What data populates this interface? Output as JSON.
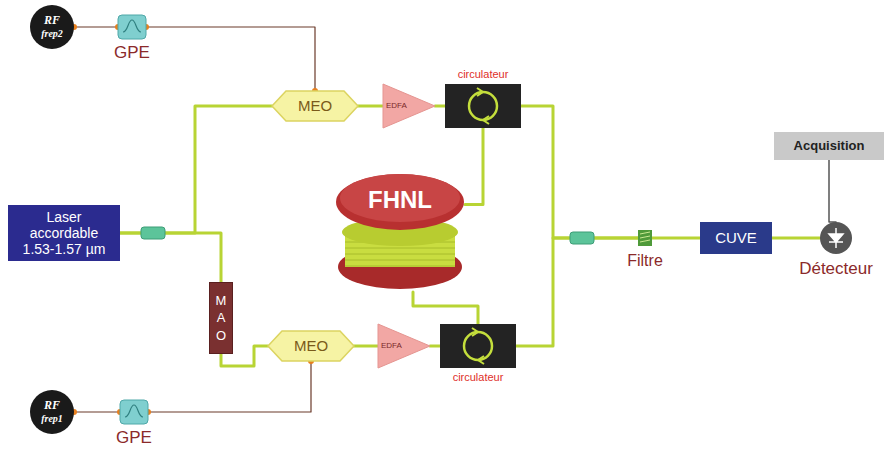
{
  "diagram": {
    "nodes": [
      {
        "text": [
          "RF",
          "frep2"
        ]
      },
      {
        "text": [
          "GPE"
        ]
      },
      {
        "text": [
          "MEO"
        ]
      },
      {
        "text": [
          "EDFA"
        ]
      },
      {
        "text": [
          "circulateur"
        ]
      },
      {
        "text": [
          "Laser accordable 1.53-1.57 µm"
        ]
      },
      {
        "text": [
          "MAO"
        ]
      },
      {
        "text": [
          "MEO"
        ]
      },
      {
        "text": [
          "EDFA"
        ]
      },
      {
        "text": [
          "circulateur"
        ]
      },
      {
        "text": [
          "RF",
          "frep1"
        ]
      },
      {
        "text": [
          "GPE"
        ]
      },
      {
        "text": [
          "FHNL"
        ]
      },
      {
        "text": [
          "Filtre"
        ]
      },
      {
        "text": [
          "CUVE"
        ]
      },
      {
        "text": [
          "Détecteur"
        ]
      },
      {
        "text": [
          "Acquisition"
        ]
      }
    ],
    "edges": [
      {
        "from": 0,
        "to": 1,
        "arrow": "none"
      },
      {
        "from": 1,
        "to": 2,
        "arrow": "none"
      },
      {
        "from": 5,
        "to": 2,
        "arrow": "none"
      },
      {
        "from": 5,
        "to": 6,
        "arrow": "none"
      },
      {
        "from": 6,
        "to": 7,
        "arrow": "none"
      },
      {
        "from": 10,
        "to": 11,
        "arrow": "none"
      },
      {
        "from": 11,
        "to": 7,
        "arrow": "none"
      },
      {
        "from": 2,
        "to": 3,
        "arrow": "none"
      },
      {
        "from": 3,
        "to": 4,
        "arrow": "none"
      },
      {
        "from": 7,
        "to": 8,
        "arrow": "none"
      },
      {
        "from": 8,
        "to": 9,
        "arrow": "none"
      },
      {
        "from": 4,
        "to": 12,
        "arrow": "none"
      },
      {
        "from": 12,
        "to": 9,
        "arrow": "none"
      },
      {
        "from": 4,
        "to": 13,
        "arrow": "none"
      },
      {
        "from": 9,
        "to": 13,
        "arrow": "none"
      },
      {
        "from": 13,
        "to": 14,
        "arrow": "none"
      },
      {
        "from": 14,
        "to": 15,
        "arrow": "none"
      },
      {
        "from": 15,
        "to": 16,
        "arrow": "none"
      }
    ]
  }
}
